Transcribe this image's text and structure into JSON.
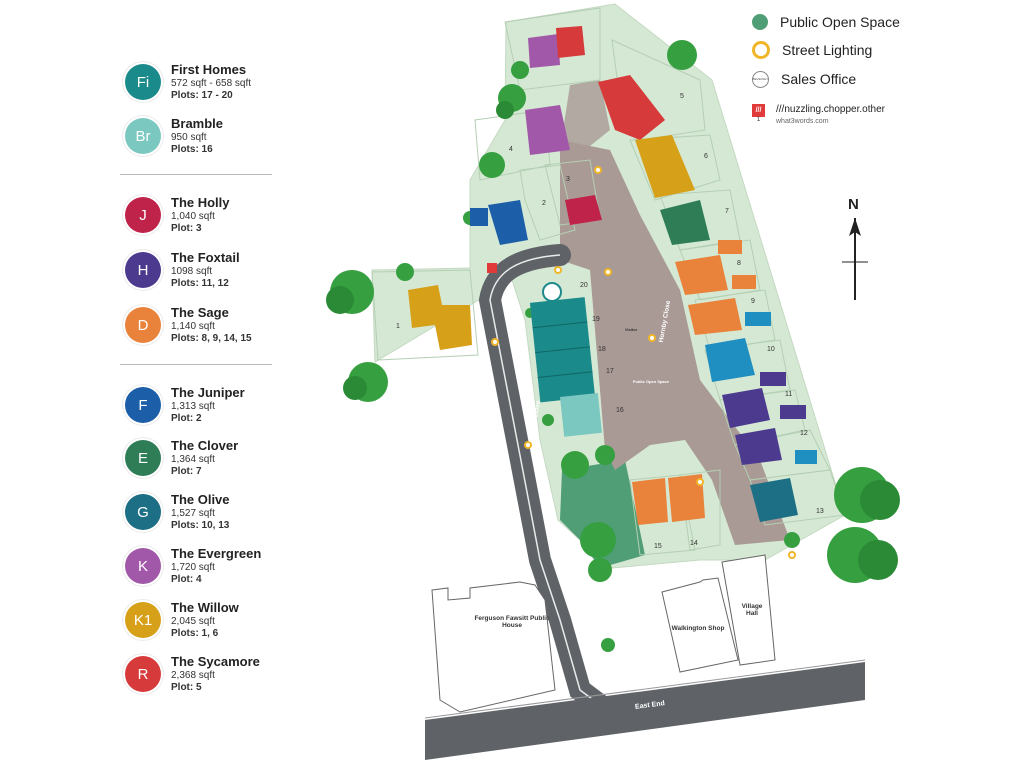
{
  "legend": {
    "house_types": [
      {
        "code": "Fi",
        "name": "First Homes",
        "size": "572 sqft - 658 sqft",
        "plots": "Plots: 17 - 20",
        "color": "#1b8a8a"
      },
      {
        "code": "Br",
        "name": "Bramble",
        "size": "950 sqft",
        "plots": "Plots: 16",
        "color": "#7bc8c0"
      },
      {
        "code": "J",
        "name": "The Holly",
        "size": "1,040 sqft",
        "plots": "Plot: 3",
        "color": "#c0234a"
      },
      {
        "code": "H",
        "name": "The Foxtail",
        "size": "1098 sqft",
        "plots": "Plots: 11, 12",
        "color": "#4b3a8e"
      },
      {
        "code": "D",
        "name": "The Sage",
        "size": "1,140 sqft",
        "plots": "Plots: 8, 9, 14, 15",
        "color": "#e9823a"
      },
      {
        "code": "F",
        "name": "The Juniper",
        "size": "1,313 sqft",
        "plots": "Plot: 2",
        "color": "#1c5fa8"
      },
      {
        "code": "E",
        "name": "The Clover",
        "size": "1,364 sqft",
        "plots": "Plot: 7",
        "color": "#2e7d57"
      },
      {
        "code": "G",
        "name": "The Olive",
        "size": "1,527 sqft",
        "plots": "Plots: 10, 13",
        "color": "#1d6f86"
      },
      {
        "code": "K",
        "name": "The Evergreen",
        "size": "1,720 sqft",
        "plots": "Plot: 4",
        "color": "#a258a8"
      },
      {
        "code": "K1",
        "name": "The Willow",
        "size": "2,045 sqft",
        "plots": "Plots: 1, 6",
        "color": "#d6a018"
      },
      {
        "code": "R",
        "name": "The Sycamore",
        "size": "2,368 sqft",
        "plots": "Plot: 5",
        "color": "#d63a3a"
      }
    ]
  },
  "key": {
    "public_open_space": {
      "label": "Public Open Space",
      "color": "#4f9e76"
    },
    "street_lighting": {
      "label": "Street Lighting",
      "color": "#f0b528"
    },
    "sales_office": {
      "label": "Sales Office",
      "logo_text": "BEVERLEY"
    },
    "w3w": {
      "label": "///nuzzling.chopper.other",
      "sub": "what3words.com",
      "icon": "1",
      "color": "#e03a3a"
    }
  },
  "compass": {
    "letter": "N"
  },
  "map": {
    "roads": {
      "east_end": "East End",
      "hornby_close_west": "Hornby Close",
      "hornby_close_east": "Hornby Close"
    },
    "buildings": {
      "pub": "Ferguson Fawsitt Public House",
      "shop": "Walkington Shop",
      "hall": "Village Hall"
    },
    "open_space_label": "Public Open Space",
    "visitor_label": "Visitor",
    "plot_numbers": [
      "1",
      "2",
      "3",
      "4",
      "5",
      "6",
      "7",
      "8",
      "9",
      "10",
      "11",
      "12",
      "13",
      "14",
      "15",
      "16",
      "17",
      "18",
      "19",
      "20"
    ],
    "colors": {
      "road": "#5f6368",
      "drive": "#a99a95",
      "grass": "#d5e8d4",
      "pos": "#4f9e76",
      "tree": "#36a040",
      "path": "#e9eae9"
    }
  }
}
